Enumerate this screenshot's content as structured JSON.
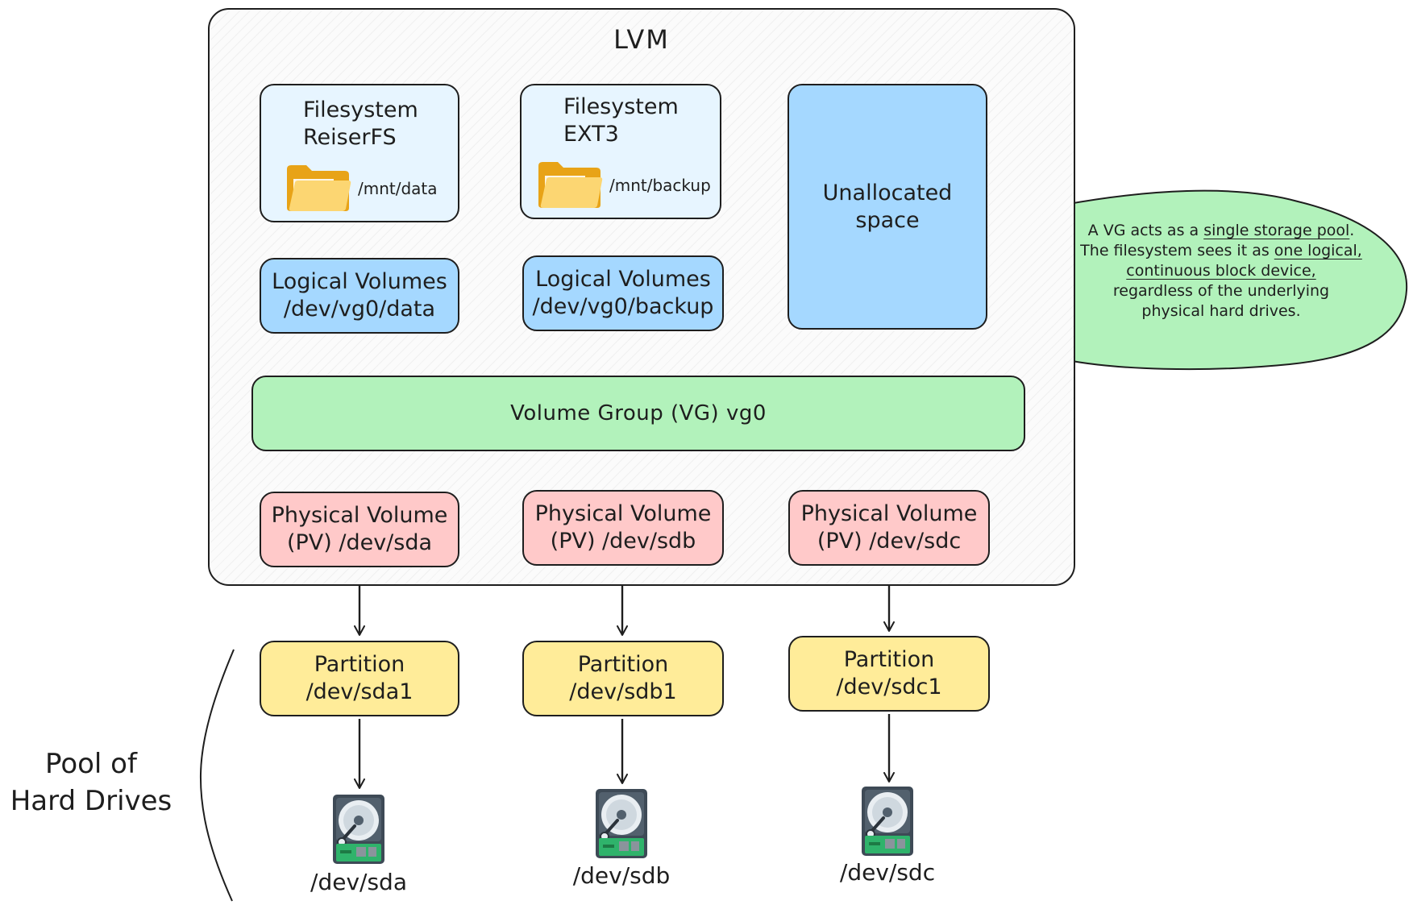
{
  "lvm": {
    "title": "LVM"
  },
  "filesystems": [
    {
      "line1": "Filesystem",
      "line2": "ReiserFS",
      "mount": "/mnt/data"
    },
    {
      "line1": "Filesystem",
      "line2": "EXT3",
      "mount": "/mnt/backup"
    }
  ],
  "unallocated": {
    "line1": "Unallocated",
    "line2": "space"
  },
  "logical_volumes": [
    {
      "line1": "Logical Volumes",
      "line2": "/dev/vg0/data"
    },
    {
      "line1": "Logical Volumes",
      "line2": "/dev/vg0/backup"
    }
  ],
  "volume_group": {
    "label": "Volume Group (VG) vg0"
  },
  "physical_volumes": [
    {
      "line1": "Physical Volume",
      "line2": "(PV) /dev/sda"
    },
    {
      "line1": "Physical Volume",
      "line2": "(PV) /dev/sdb"
    },
    {
      "line1": "Physical Volume",
      "line2": "(PV) /dev/sdc"
    }
  ],
  "partitions": [
    {
      "line1": "Partition",
      "line2": "/dev/sda1"
    },
    {
      "line1": "Partition",
      "line2": "/dev/sdb1"
    },
    {
      "line1": "Partition",
      "line2": "/dev/sdc1"
    }
  ],
  "drives": [
    {
      "label": "/dev/sda"
    },
    {
      "label": "/dev/sdb"
    },
    {
      "label": "/dev/sdc"
    }
  ],
  "pool": {
    "line1": "Pool of",
    "line2": "Hard Drives"
  },
  "callout": {
    "t1": "A VG acts as a ",
    "t1u": "single storage pool",
    "t1e": ".",
    "t2": "The filesystem sees it as ",
    "t2u": "one logical,",
    "t3u": "continuous block device,",
    "t4": "regardless of the underlying",
    "t5": "physical hard drives."
  },
  "colors": {
    "filesystem": "#e7f5ff",
    "logical_volume": "#a5d8ff",
    "volume_group": "#b2f2bb",
    "physical_volume": "#ffc9c9",
    "partition": "#ffec99",
    "stroke": "#1e1e1e"
  }
}
